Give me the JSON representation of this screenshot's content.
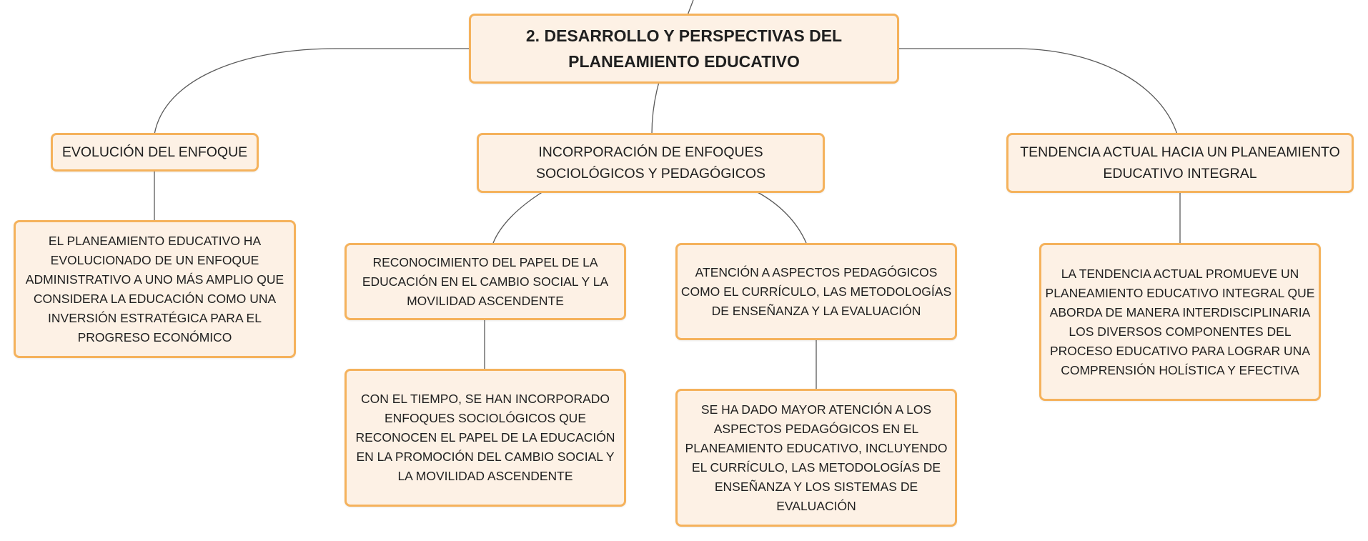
{
  "diagram": {
    "main_topic": {
      "text": "2. DESARROLLO Y PERSPECTIVAS DEL PLANEAMIENTO EDUCATIVO"
    },
    "branches": [
      {
        "title": "EVOLUCIÓN DEL ENFOQUE",
        "details": [
          "EL PLANEAMIENTO EDUCATIVO HA EVOLUCIONADO DE UN ENFOQUE ADMINISTRATIVO A UNO MÁS AMPLIO QUE CONSIDERA LA EDUCACIÓN COMO UNA INVERSIÓN ESTRATÉGICA PARA EL PROGRESO ECONÓMICO"
        ]
      },
      {
        "title": "INCORPORACIÓN DE ENFOQUES SOCIOLÓGICOS Y PEDAGÓGICOS",
        "children": [
          {
            "title": "RECONOCIMIENTO DEL PAPEL DE LA EDUCACIÓN EN EL CAMBIO SOCIAL Y LA MOVILIDAD ASCENDENTE",
            "detail": "CON EL TIEMPO, SE HAN INCORPORADO ENFOQUES SOCIOLÓGICOS QUE RECONOCEN EL PAPEL DE LA EDUCACIÓN EN LA PROMOCIÓN DEL CAMBIO SOCIAL Y LA MOVILIDAD ASCENDENTE"
          },
          {
            "title": "ATENCIÓN A ASPECTOS PEDAGÓGICOS COMO EL CURRÍCULO, LAS METODOLOGÍAS DE ENSEÑANZA Y LA EVALUACIÓN",
            "detail": "SE HA DADO MAYOR ATENCIÓN A LOS ASPECTOS PEDAGÓGICOS EN EL PLANEAMIENTO EDUCATIVO, INCLUYENDO EL CURRÍCULO, LAS METODOLOGÍAS DE ENSEÑANZA Y LOS SISTEMAS DE EVALUACIÓN"
          }
        ]
      },
      {
        "title": "TENDENCIA ACTUAL HACIA UN PLANEAMIENTO EDUCATIVO INTEGRAL",
        "details": [
          "LA TENDENCIA ACTUAL PROMUEVE UN PLANEAMIENTO EDUCATIVO INTEGRAL QUE ABORDA DE MANERA INTERDISCIPLINARIA LOS DIVERSOS COMPONENTES DEL PROCESO EDUCATIVO PARA LOGRAR UNA COMPRENSIÓN HOLÍSTICA Y EFECTIVA"
        ]
      }
    ]
  },
  "colors": {
    "node_fill": "#fdf1e5",
    "node_border": "#f5b25c",
    "connector": "#5a5a5a",
    "text": "#1f1f1f"
  }
}
